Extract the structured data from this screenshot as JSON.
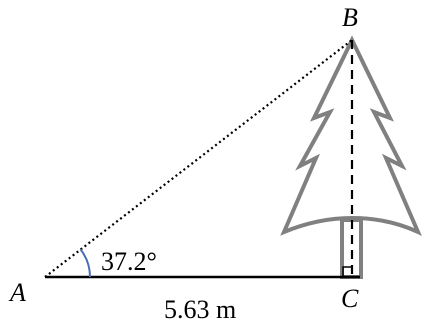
{
  "diagram": {
    "points": {
      "A": "A",
      "B": "B",
      "C": "C"
    },
    "angle_label": "37.2°",
    "base_label": "5.63 m",
    "colors": {
      "line": "#000000",
      "tree": "#808080",
      "angle_arc": "#4a6fb5"
    }
  }
}
